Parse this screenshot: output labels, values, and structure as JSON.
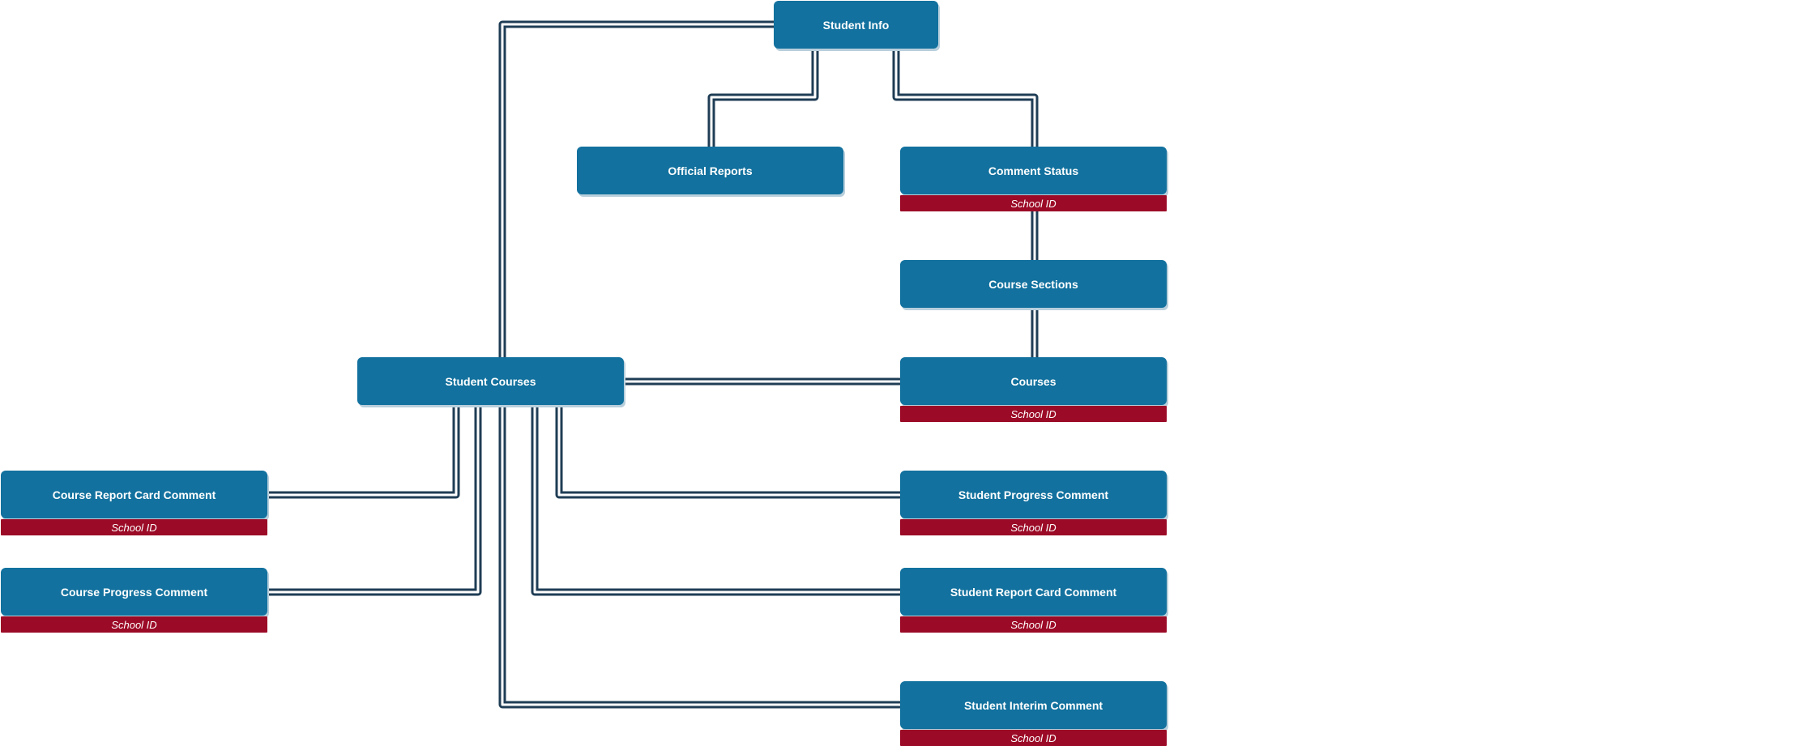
{
  "diagram": {
    "nodes": [
      {
        "id": "student-info",
        "label": "Student Info"
      },
      {
        "id": "official-reports",
        "label": "Official Reports"
      },
      {
        "id": "comment-status",
        "label": "Comment Status",
        "tag": "School ID"
      },
      {
        "id": "course-sections",
        "label": "Course Sections"
      },
      {
        "id": "student-courses",
        "label": "Student Courses"
      },
      {
        "id": "courses",
        "label": "Courses",
        "tag": "School ID"
      },
      {
        "id": "course-report-card-comment",
        "label": "Course Report Card Comment",
        "tag": "School ID"
      },
      {
        "id": "student-progress-comment",
        "label": "Student Progress Comment",
        "tag": "School ID"
      },
      {
        "id": "course-progress-comment",
        "label": "Course Progress Comment",
        "tag": "School ID"
      },
      {
        "id": "student-report-card-comment",
        "label": "Student Report Card Comment",
        "tag": "School ID"
      },
      {
        "id": "student-interim-comment",
        "label": "Student Interim Comment",
        "tag": "School ID"
      }
    ],
    "edges": [
      [
        "student-info",
        "student-courses"
      ],
      [
        "student-info",
        "official-reports"
      ],
      [
        "student-info",
        "comment-status"
      ],
      [
        "comment-status",
        "course-sections"
      ],
      [
        "course-sections",
        "courses"
      ],
      [
        "student-courses",
        "courses"
      ],
      [
        "student-courses",
        "course-report-card-comment"
      ],
      [
        "student-courses",
        "course-progress-comment"
      ],
      [
        "student-courses",
        "student-progress-comment"
      ],
      [
        "student-courses",
        "student-report-card-comment"
      ],
      [
        "student-courses",
        "student-interim-comment"
      ]
    ],
    "colors": {
      "node": "#12719e",
      "tag": "#9b0a26",
      "link": "#1f3d55"
    }
  }
}
